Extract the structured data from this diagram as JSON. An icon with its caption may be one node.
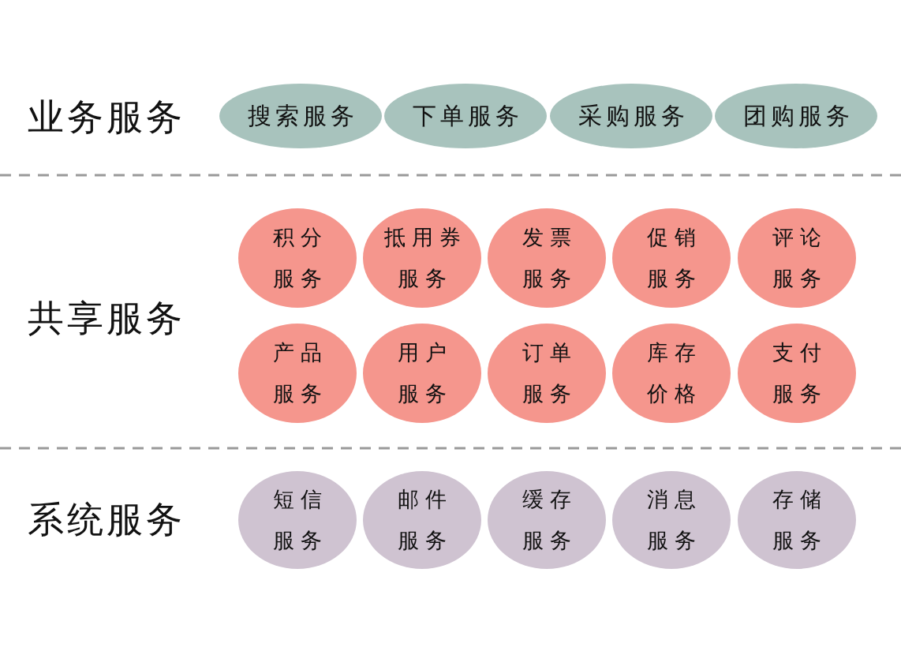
{
  "diagram": {
    "nodes": [
      {
        "text": [
          "搜索服务"
        ]
      },
      {
        "text": [
          "下单服务"
        ]
      },
      {
        "text": [
          "采购服务"
        ]
      },
      {
        "text": [
          "团购服务"
        ]
      },
      {
        "text": [
          "积分服务"
        ]
      },
      {
        "text": [
          "抵用券服务"
        ]
      },
      {
        "text": [
          "发票服务"
        ]
      },
      {
        "text": [
          "促销服务"
        ]
      },
      {
        "text": [
          "评论服务"
        ]
      },
      {
        "text": [
          "产品服务"
        ]
      },
      {
        "text": [
          "用户服务"
        ]
      },
      {
        "text": [
          "订单服务"
        ]
      },
      {
        "text": [
          "库存价格"
        ]
      },
      {
        "text": [
          "支付服务"
        ]
      },
      {
        "text": [
          "短信服务"
        ]
      },
      {
        "text": [
          "邮件服务"
        ]
      },
      {
        "text": [
          "缓存服务"
        ]
      },
      {
        "text": [
          "消息服务"
        ]
      },
      {
        "text": [
          "存储服务"
        ]
      }
    ],
    "labels": [
      "业务服务",
      "共享服务",
      "系统服务"
    ]
  }
}
